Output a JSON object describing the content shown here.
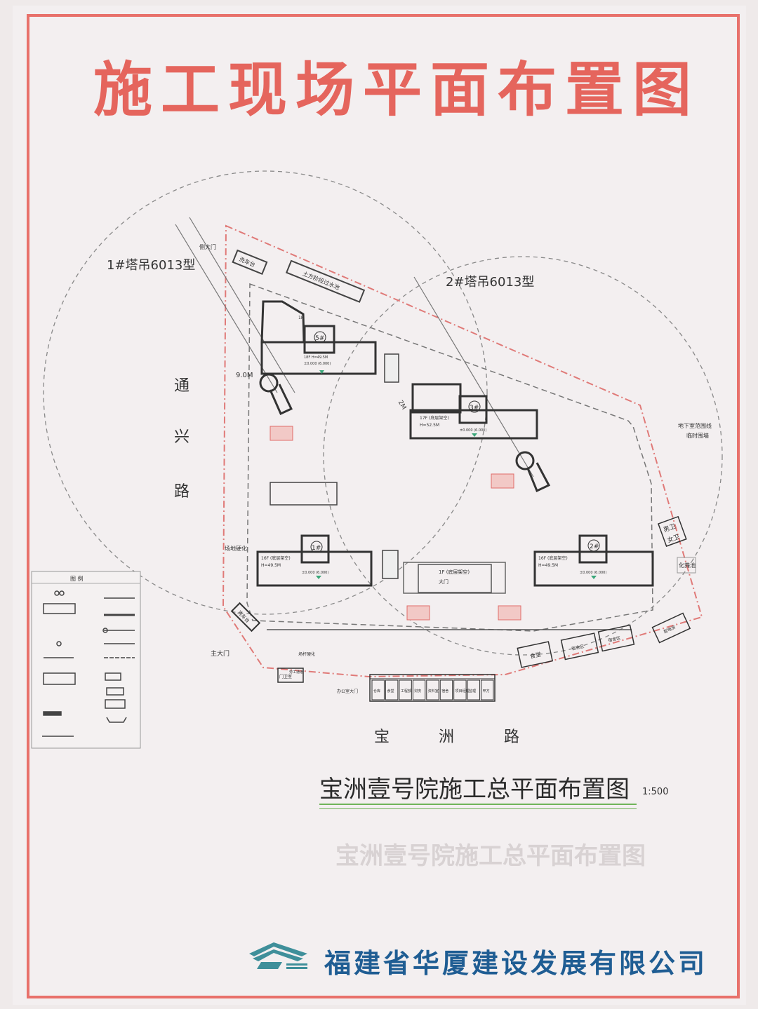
{
  "board": {
    "title": "施工现场平面布置图",
    "colors": {
      "title_red": "#e5655d",
      "frame_red": "#e8716b",
      "company_blue": "#1f5d93",
      "underline_green": "#6fb45a"
    }
  },
  "plan": {
    "cranes": [
      {
        "label": "1#塔吊6013型"
      },
      {
        "label": "2#塔吊6013型"
      }
    ],
    "roads": {
      "west": [
        "通",
        "兴",
        "路"
      ],
      "south": [
        "宝",
        "洲",
        "路"
      ]
    },
    "buildings": [
      {
        "id": "5#",
        "floors": "1F",
        "info": "18F  H=49.5M",
        "elevation": "±0.000 (6.000)"
      },
      {
        "id": "3#",
        "info": "17F (底层架空)",
        "height": "H=52.5M",
        "elevation": "±0.000 (6.000)"
      },
      {
        "id": "1#",
        "info": "16F (底层架空)",
        "height": "H=49.5M",
        "elevation": "±0.000 (6.000)"
      },
      {
        "id": "2#",
        "info": "16F (底层架空)",
        "height": "H=49.5M",
        "elevation": "±0.000 (6.000)"
      }
    ],
    "gate_building": {
      "line1": "1F (底层架空)",
      "line2": "大门"
    },
    "labels": {
      "side_gate": "侧大门",
      "car_wash": "洗车台",
      "earthwork_channel": "土方阶段过水池",
      "width_9m": "9.0M",
      "width_2m": "2M",
      "ground_hardening": "场地硬化",
      "main_gate": "主大门",
      "ground_hardening_2": "场杆硬化",
      "basement_line": "地下室范围线",
      "temp_wall": "临时围墙",
      "male_toilet": "男卫",
      "female_toilet": "女卫",
      "septic": "化粪池",
      "canteen": "食堂",
      "dorm_1": "宿舍区",
      "dorm_2": "宿舍区",
      "power_room": "配电房",
      "office_gate": "办公室大门",
      "car_wash_2": "洗车台",
      "guard": "门卫室",
      "labor_channel": "劳工通道"
    },
    "office_rooms": [
      "仓库",
      "食堂",
      "工程部",
      "财务",
      "资料室",
      "宿舍",
      "项目经理",
      "监理",
      "甲方"
    ],
    "legend": {
      "title": "图    例"
    }
  },
  "footer": {
    "subtitle": "宝洲壹号院施工总平面布置图",
    "scale": "1:500",
    "ghost_text": "宝洲壹号院施工总平面布置图",
    "company": "福建省华厦建设发展有限公司"
  }
}
